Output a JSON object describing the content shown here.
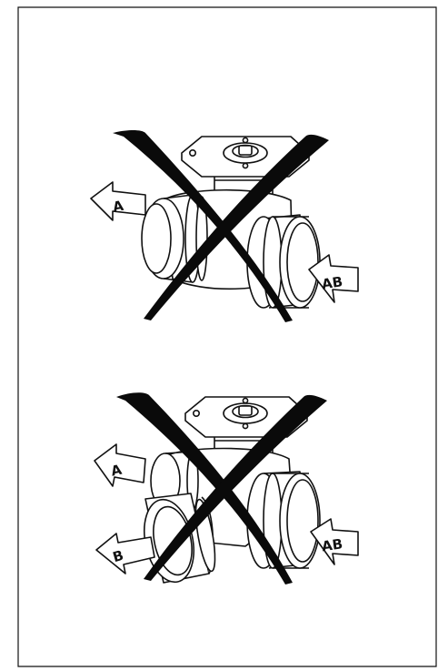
{
  "diagrams": [
    {
      "id": "two-way-valve",
      "status": "incorrect",
      "arrows": [
        {
          "label": "A",
          "direction": "out"
        },
        {
          "label": "AB",
          "direction": "in"
        }
      ]
    },
    {
      "id": "three-way-valve",
      "status": "incorrect",
      "arrows": [
        {
          "label": "A",
          "direction": "out"
        },
        {
          "label": "B",
          "direction": "out"
        },
        {
          "label": "AB",
          "direction": "in"
        }
      ]
    }
  ],
  "colors": {
    "line": "#111111",
    "cross": "#0a0a0a",
    "background": "#ffffff"
  }
}
